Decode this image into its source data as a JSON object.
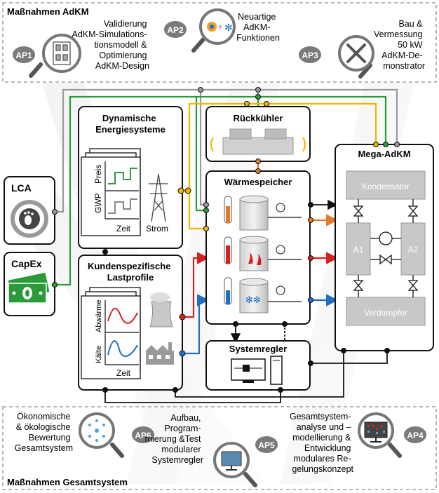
{
  "colors": {
    "gray_line": "#9a9a9a",
    "green_line": "#2a9a3a",
    "yellow_line": "#f0b400",
    "orange_line": "#e07b2a",
    "red_line": "#d42020",
    "blue_line": "#1f6fc0",
    "black_line": "#111111",
    "ap_badge": "#7a7a7a",
    "dashed_border": "#8a8a8a"
  },
  "top_panel": {
    "title": "Maßnahmen AdKM",
    "ap1": {
      "badge": "AP1",
      "icon": "test-rig-icon",
      "lines": [
        "Validierung",
        "AdKM-Simulations-",
        "tionsmodell &",
        "Optimierung",
        "AdKM-Design"
      ]
    },
    "ap2": {
      "badge": "AP2",
      "icon": "sun-and-snowflake-icon",
      "lines": [
        "Neuartige",
        "AdKM-",
        "Funktionen"
      ]
    },
    "ap3": {
      "badge": "AP3",
      "icon": "tools-icon",
      "lines": [
        "Bau &",
        "Vermessung",
        "50 kW",
        "AdKM-De-",
        "monstrator"
      ]
    }
  },
  "left_column": {
    "lca": {
      "title": "LCA",
      "icon": "footprint-recycle-icon"
    },
    "capex": {
      "title": "CapEx",
      "icon": "money-icon"
    }
  },
  "dynamic_energy": {
    "title_lines": [
      "Dynamische",
      "Energiesysteme"
    ],
    "chart_labels": {
      "preis": "Preis",
      "gwp": "GWP",
      "zeit": "Zeit"
    },
    "strom_label": "Strom"
  },
  "load_profiles": {
    "title_lines": [
      "Kundenspezifische",
      "Lastprofile"
    ],
    "chart_labels": {
      "abwaerme": "Abwärme",
      "kaelte": "Kälte",
      "zeit": "Zeit"
    }
  },
  "rueckkuehler": {
    "title": "Rückkühler"
  },
  "waermespeicher": {
    "title": "Wärmespeicher"
  },
  "systemregler": {
    "title": "Systemregler"
  },
  "mega_adkm": {
    "title": "Mega-AdKM",
    "kondensator": "Kondensator",
    "verdampfer": "Verdampfer",
    "a1": "A1",
    "a2": "A2"
  },
  "bottom_panel": {
    "title": "Maßnahmen Gesamtsystem",
    "ap6": {
      "badge": "AP6",
      "icon": "network-globe-icon",
      "lines": [
        "Ökonomische",
        "& ökologische",
        "Bewertung",
        "Gesamtsystem"
      ]
    },
    "ap5": {
      "badge": "AP5",
      "icon": "monitor-control-icon",
      "lines": [
        "Aufbau,",
        "Program-",
        "mierung &Test",
        "modularer",
        "Systemregler"
      ]
    },
    "ap4": {
      "badge": "AP4",
      "icon": "monitor-chart-icon",
      "lines": [
        "Gesamtsystem-",
        "analyse und –",
        "modellierung &",
        "Entwicklung",
        "modulares Re-",
        "gelungskonzept"
      ]
    }
  }
}
